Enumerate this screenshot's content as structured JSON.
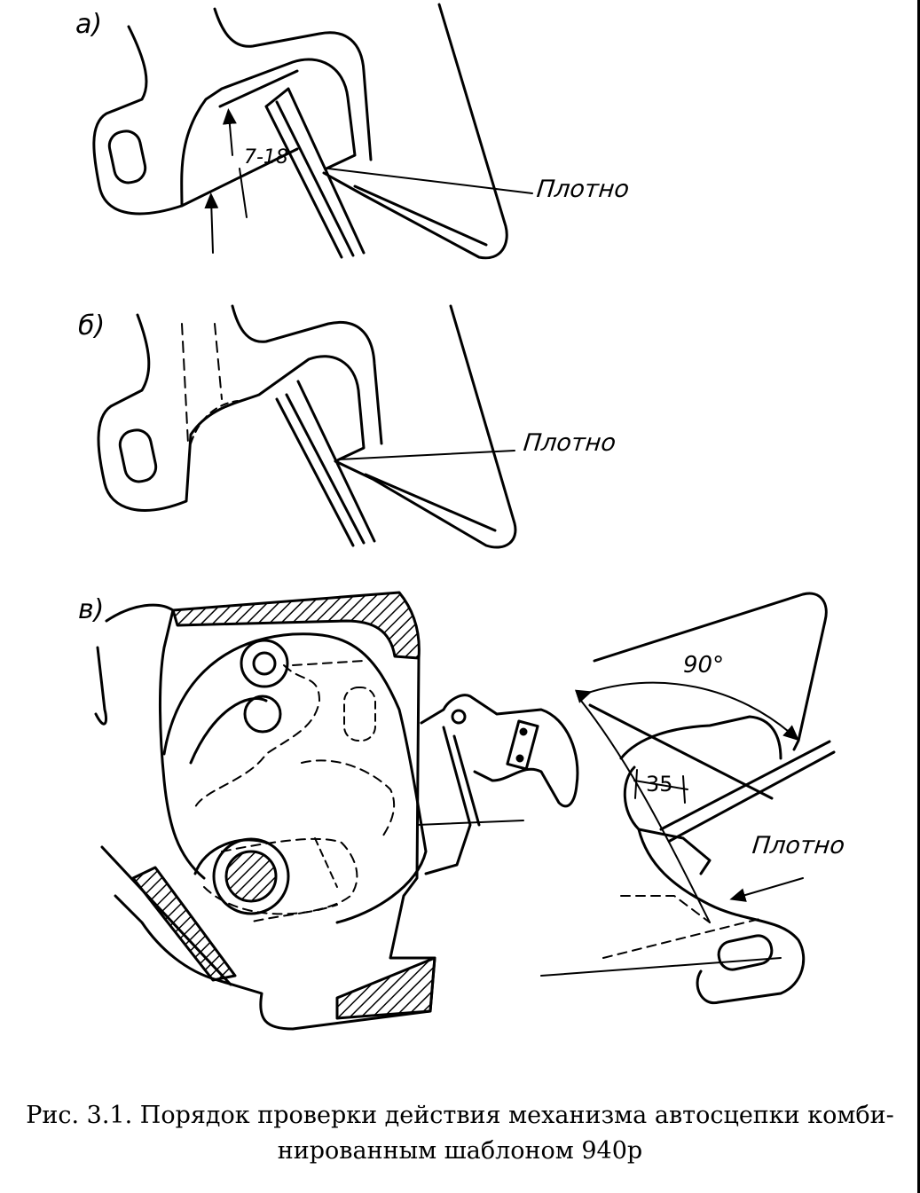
{
  "panels": {
    "a": {
      "label": "а)",
      "dimension": "7-18",
      "note": "Плотно"
    },
    "b": {
      "label": "б)",
      "note": "Плотно"
    },
    "v": {
      "label": "в)",
      "angle": "90°",
      "dimension": "35",
      "note": "Плотно"
    }
  },
  "caption": {
    "line1": "Рис. 3.1. Порядок проверки действия механизма автосцепки комби-",
    "line2": "нированным шаблоном 940р"
  },
  "colors": {
    "ink": "#000000",
    "paper": "#ffffff"
  }
}
